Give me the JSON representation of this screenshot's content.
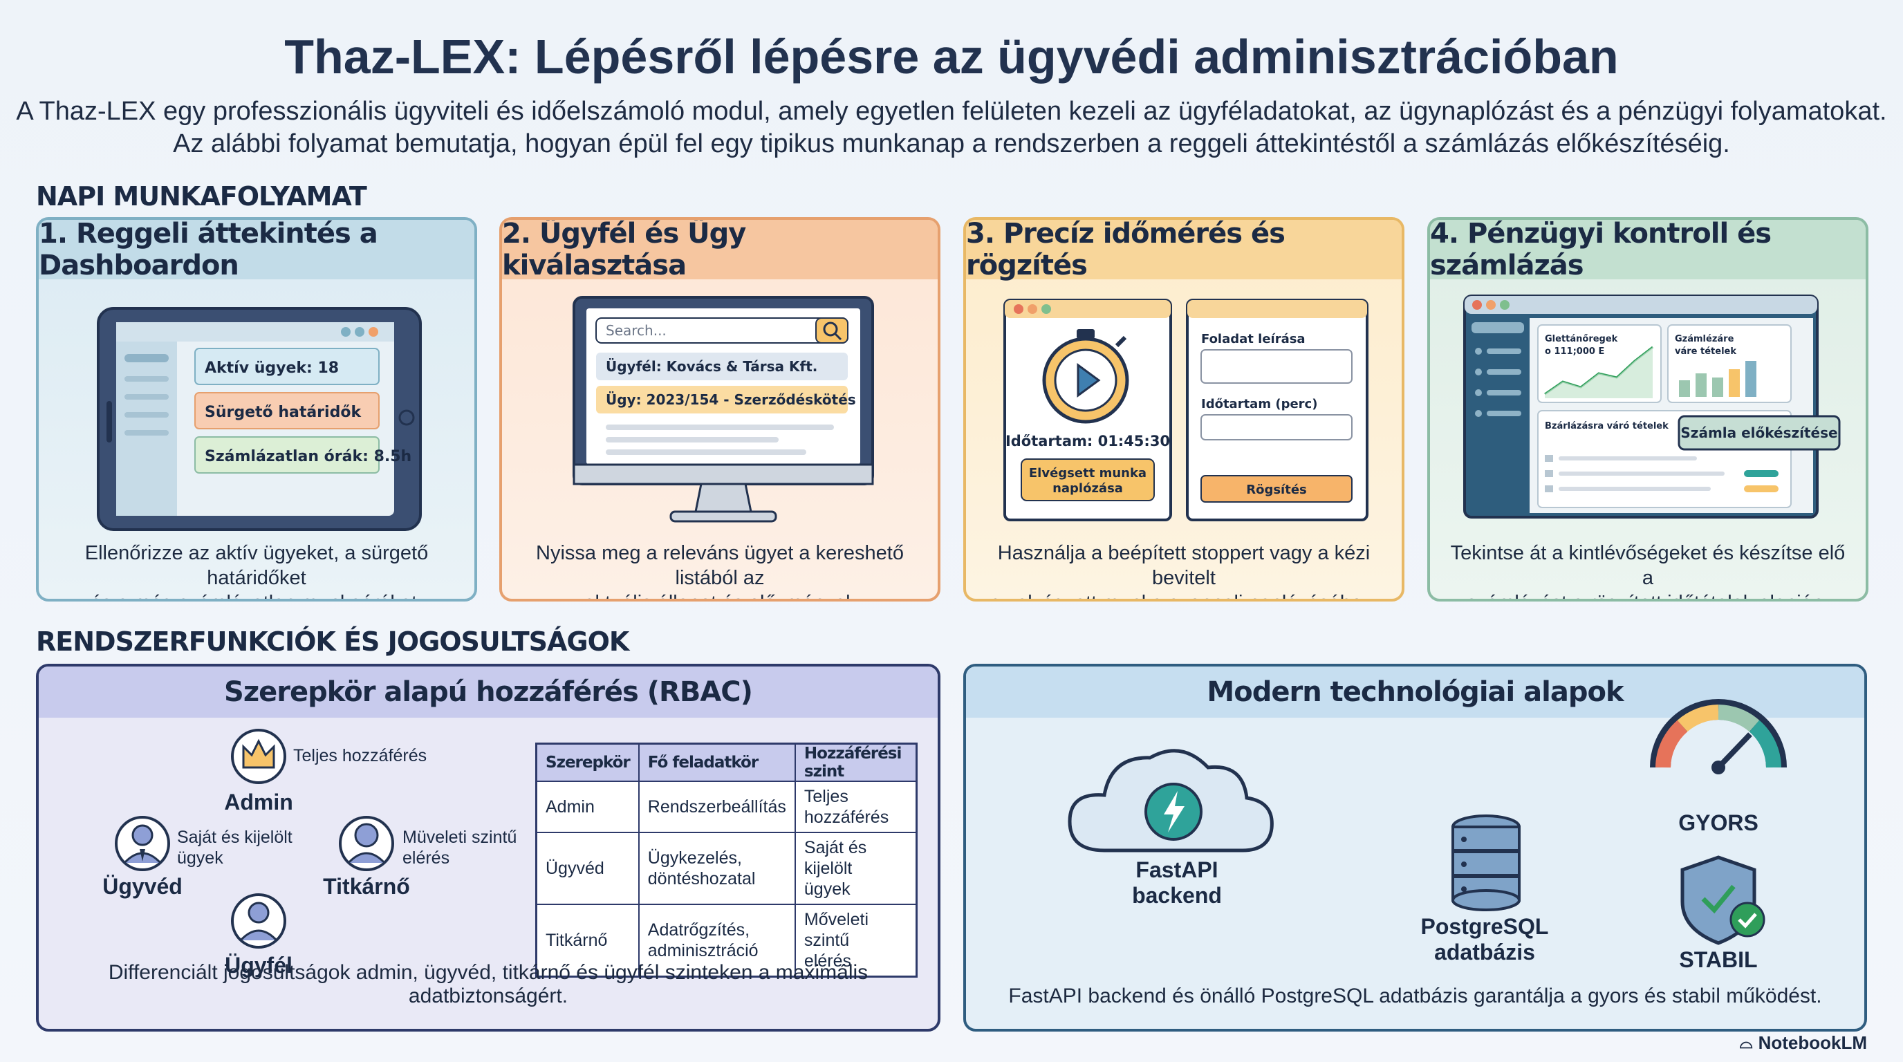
{
  "title": "Thaz-LEX: Lépésről lépésre az ügyvédi adminisztrációban",
  "subtitle": {
    "line1": "A Thaz-LEX egy professzionális ügyviteli és időelszámoló modul, amely egyetlen felületen kezeli az ügyféladatokat, az ügynaplózást és a pénzügyi folyamatokat.",
    "line2": "Az alábbi folyamat bemutatja, hogyan épül fel egy tipikus munkanap a rendszerben a reggeli áttekintéstől a számlázás előkészítéséig."
  },
  "sections": {
    "workflow": "NAPI MUNKAFOLYAMAT",
    "features": "RENDSZERFUNKCIÓK ÉS JOGOSULTSÁGOK"
  },
  "steps": [
    {
      "title": "1. Reggeli áttekintés a Dashboardon",
      "desc1": "Ellenőrizze az aktív ügyeket, a sürgető határidőket",
      "desc2": "és a még számlázatlan munkaórákat.",
      "widgets": [
        "Aktív ügyek: 18",
        "Sürgető határidők",
        "Számlázatlan órák: 8.5h"
      ]
    },
    {
      "title": "2. Ügyfél és Ügy kiválasztása",
      "desc1": "Nyissa meg a releváns ügyet a kereshető listából az",
      "desc2": "aktuális állapot és előzmények megtekintéséhez.",
      "search_placeholder": "Search...",
      "client": "Ügyfél: Kovács & Társa Kft.",
      "case": "Ügy: 2023/154 - Szerződéskötés"
    },
    {
      "title": "3. Precíz időmérés és rögzítés",
      "desc1": "Használja a beépített stoppert vagy a kézi bevitelt",
      "desc2": "az elvégzett munka azonnali naplózásához.",
      "duration": "Időtartam: 01:45:30",
      "log_button1": "Elvégsett munka",
      "log_button2": "naplózása",
      "task_label": "Foladat leírása",
      "duration_label": "Időtartam (perc)",
      "save_button": "Rögsítés"
    },
    {
      "title": "4. Pénzügyi kontroll és számlázás",
      "desc1": "Tekintse át a kintlévőségeket és készítse elő a",
      "desc2": "számlázást a rögzített időtételek alapján.",
      "card1_l1": "Glettánőregek",
      "card1_l2": "o 111;000 E",
      "card2_l1": "Gzámlézáre",
      "card2_l2": "váre tételek",
      "list_title": "Bzárlázásra váró tételek",
      "invoice_button": "Számla előkészítése"
    }
  ],
  "rbac": {
    "title": "Szerepkör alapú hozzáférés (RBAC)",
    "roles": {
      "admin": "Admin",
      "admin_note": "Teljes hozzáférés",
      "lawyer": "Ügyvéd",
      "lawyer_note1": "Saját és kijelölt",
      "lawyer_note2": "ügyek",
      "secretary": "Titkárnő",
      "secretary_note1": "Müveleti szintű",
      "secretary_note2": "elérés",
      "client": "Ügyfél"
    },
    "table": {
      "headers": [
        "Szerepkör",
        "Fő feladatkör",
        "Hozzáférési szint"
      ],
      "rows": [
        [
          "Admin",
          "Rendszerbeállítás",
          "Teljes hozzáférés",
          "",
          ""
        ],
        [
          "Ügyvéd",
          "Ügykezelés,",
          "döntéshozatal",
          "Saját és kijelölt",
          "ügyek"
        ],
        [
          "Titkárnő",
          "Adatrőgzítés,",
          "adminisztráció",
          "Mőveleti szintű",
          "elérés"
        ]
      ]
    },
    "footer": "Differenciált jogosultságok admin, ügyvéd, titkárnő és ügyfél szinteken a maximális adatbiztonságért."
  },
  "tech": {
    "title": "Modern technológiai alapok",
    "fastapi": "FastAPI backend",
    "postgres1": "PostgreSQL",
    "postgres2": "adatbázis",
    "fast": "GYORS",
    "stable": "STABIL",
    "footer": "FastAPI backend és önálló PostgreSQL adatbázis garantálja a gyors és stabil működést."
  },
  "brand": "NotebookLM",
  "colors": {
    "navy": "#2a3a5c",
    "amber": "#f7c46a",
    "teal": "#2fa39a",
    "green": "#2f9e5a"
  }
}
